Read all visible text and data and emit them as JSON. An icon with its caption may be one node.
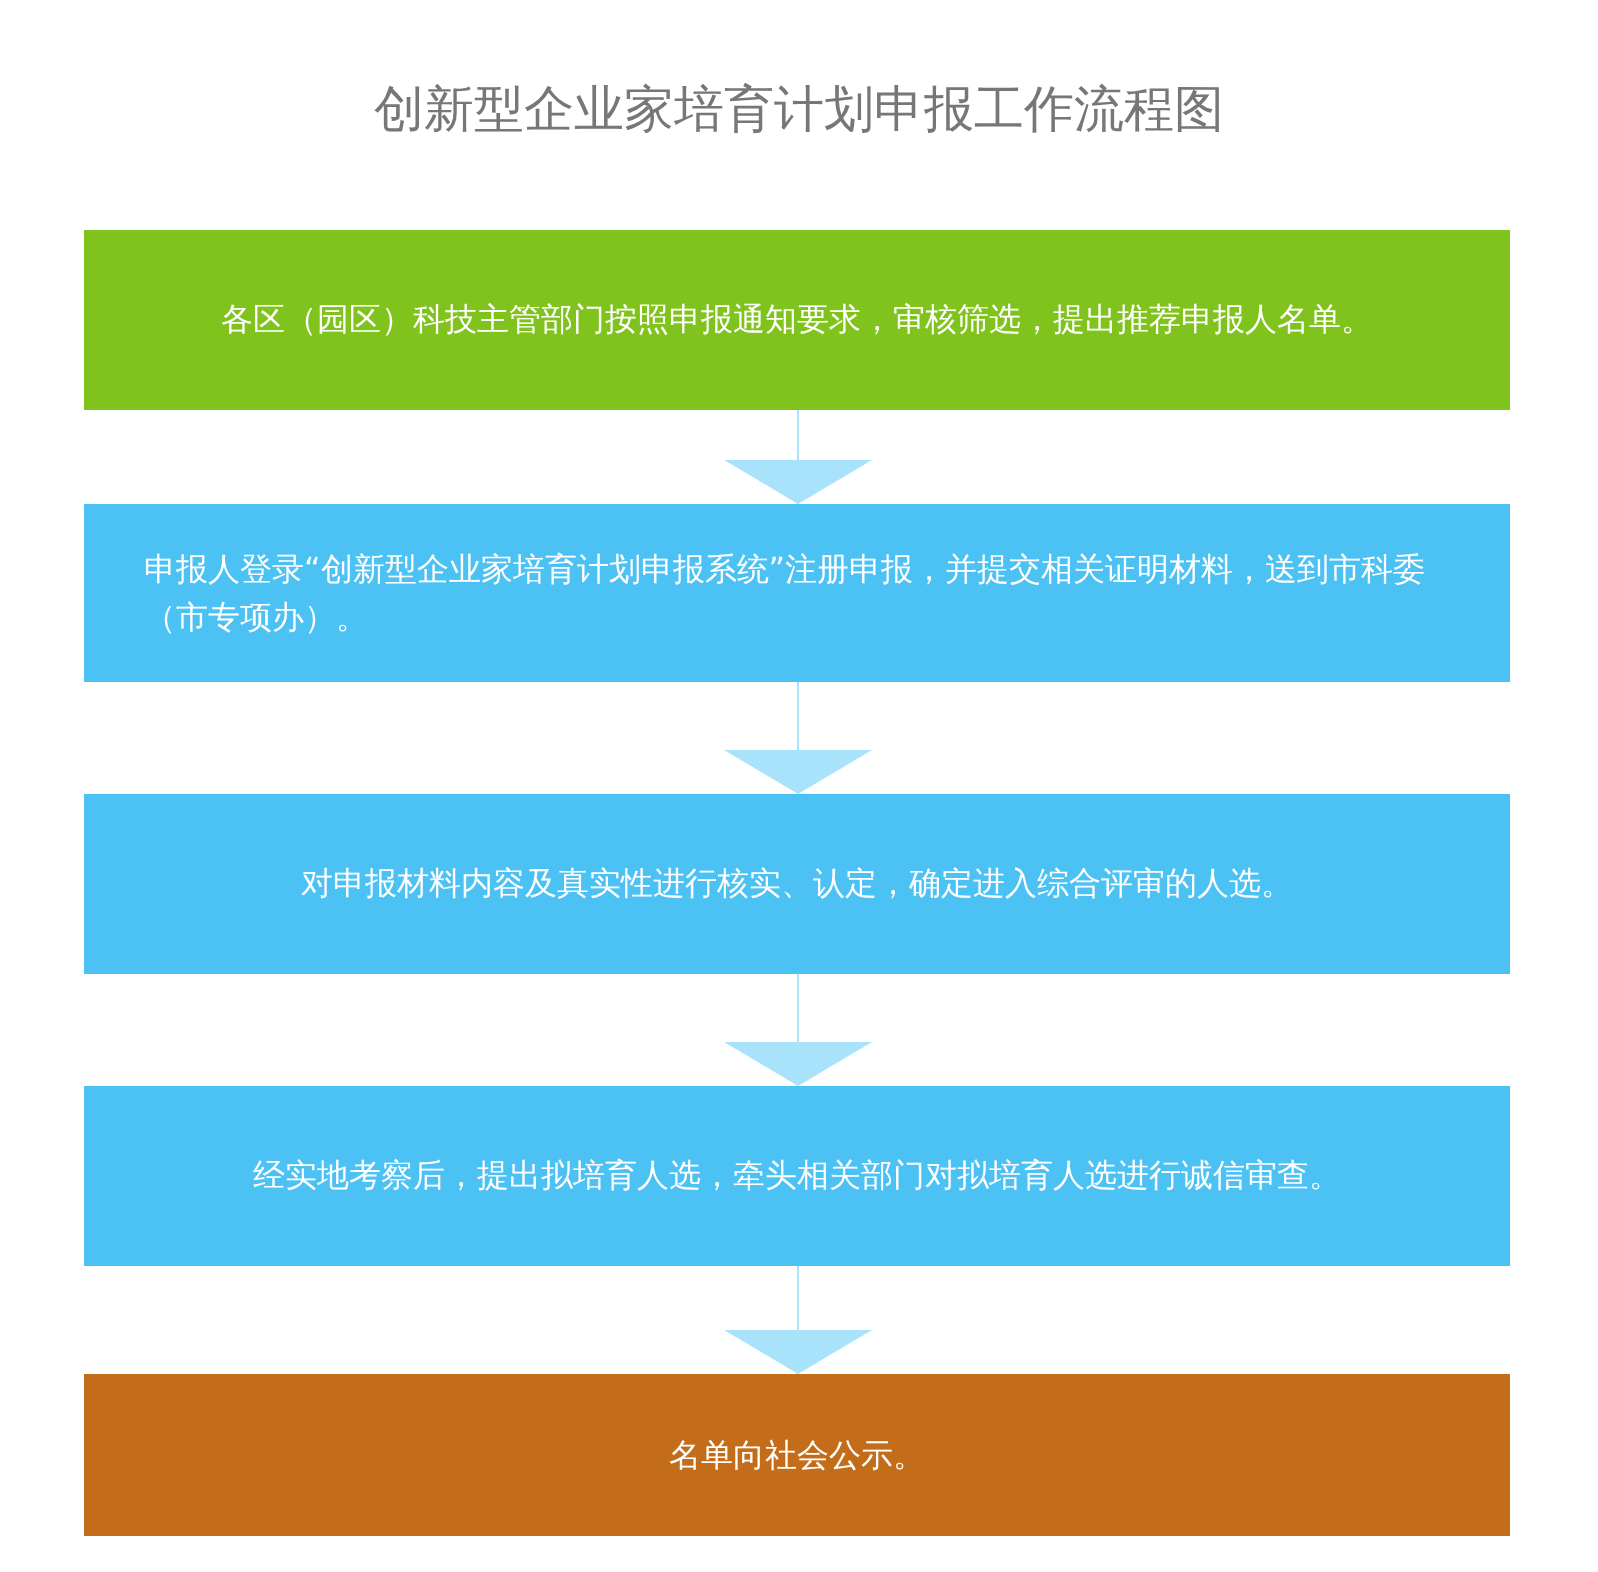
{
  "diagram": {
    "title": "创新型企业家培育计划申报工作流程图",
    "nodes": [
      {
        "text": [
          "各区（园区）科技主管部门按照申报通知要求，审核筛选，提出推荐申报人名单。"
        ]
      },
      {
        "text": [
          "申报人登录“创新型企业家培育计划申报系统”注册申报，并提交相关证明材料，送到市科委（市专项办）。"
        ]
      },
      {
        "text": [
          "对申报材料内容及真实性进行核实、认定，确定进入综合评审的人选。"
        ]
      },
      {
        "text": [
          "经实地考察后，提出拟培育人选，牵头相关部门对拟培育人选进行诚信审查。"
        ]
      },
      {
        "text": [
          "名单向社会公示。"
        ]
      }
    ],
    "edges": [
      {
        "from": 0,
        "to": 1,
        "arrow": "to"
      },
      {
        "from": 1,
        "to": 2,
        "arrow": "to"
      },
      {
        "from": 2,
        "to": 3,
        "arrow": "to"
      },
      {
        "from": 3,
        "to": 4,
        "arrow": "to"
      }
    ]
  }
}
